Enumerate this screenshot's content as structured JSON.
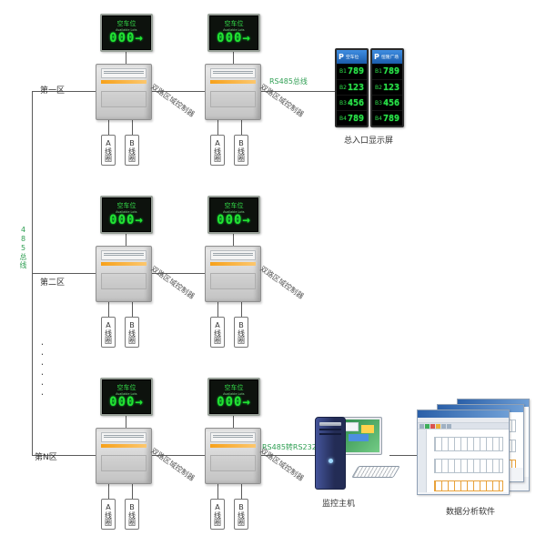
{
  "labels": {
    "bus": "485总线",
    "rs485": "RS485总线",
    "rs232": "RS485转RS232",
    "zone1": "第一区",
    "zone2": "第二区",
    "zoneN": "第N区",
    "controller": "双路区域控制器",
    "coil_a": "A线圈",
    "coil_b": "B线圈",
    "dots": "······",
    "entrance_screen": "总入口显示屏",
    "host": "监控主机",
    "software": "数据分析软件"
  },
  "led_display": {
    "title": "空车位",
    "subtitle": "Available Lots",
    "value": "000→"
  },
  "entrance_panels": [
    {
      "logo": "P",
      "title": "空车位",
      "rows": [
        {
          "id": "B1",
          "value": "789"
        },
        {
          "id": "B2",
          "value": "123"
        },
        {
          "id": "B3",
          "value": "456"
        },
        {
          "id": "B4",
          "value": "789"
        }
      ]
    },
    {
      "logo": "P",
      "title": "恒隆广场",
      "rows": [
        {
          "id": "B1",
          "value": "789"
        },
        {
          "id": "B2",
          "value": "123"
        },
        {
          "id": "B3",
          "value": "456"
        },
        {
          "id": "B4",
          "value": "789"
        }
      ]
    }
  ],
  "colors": {
    "led_green": "#2ee04a",
    "header_blue": "#2a6fc0",
    "stripe_orange": "#f7a11a",
    "label_green": "#2e9e52",
    "line_gray": "#5a5a5a"
  }
}
